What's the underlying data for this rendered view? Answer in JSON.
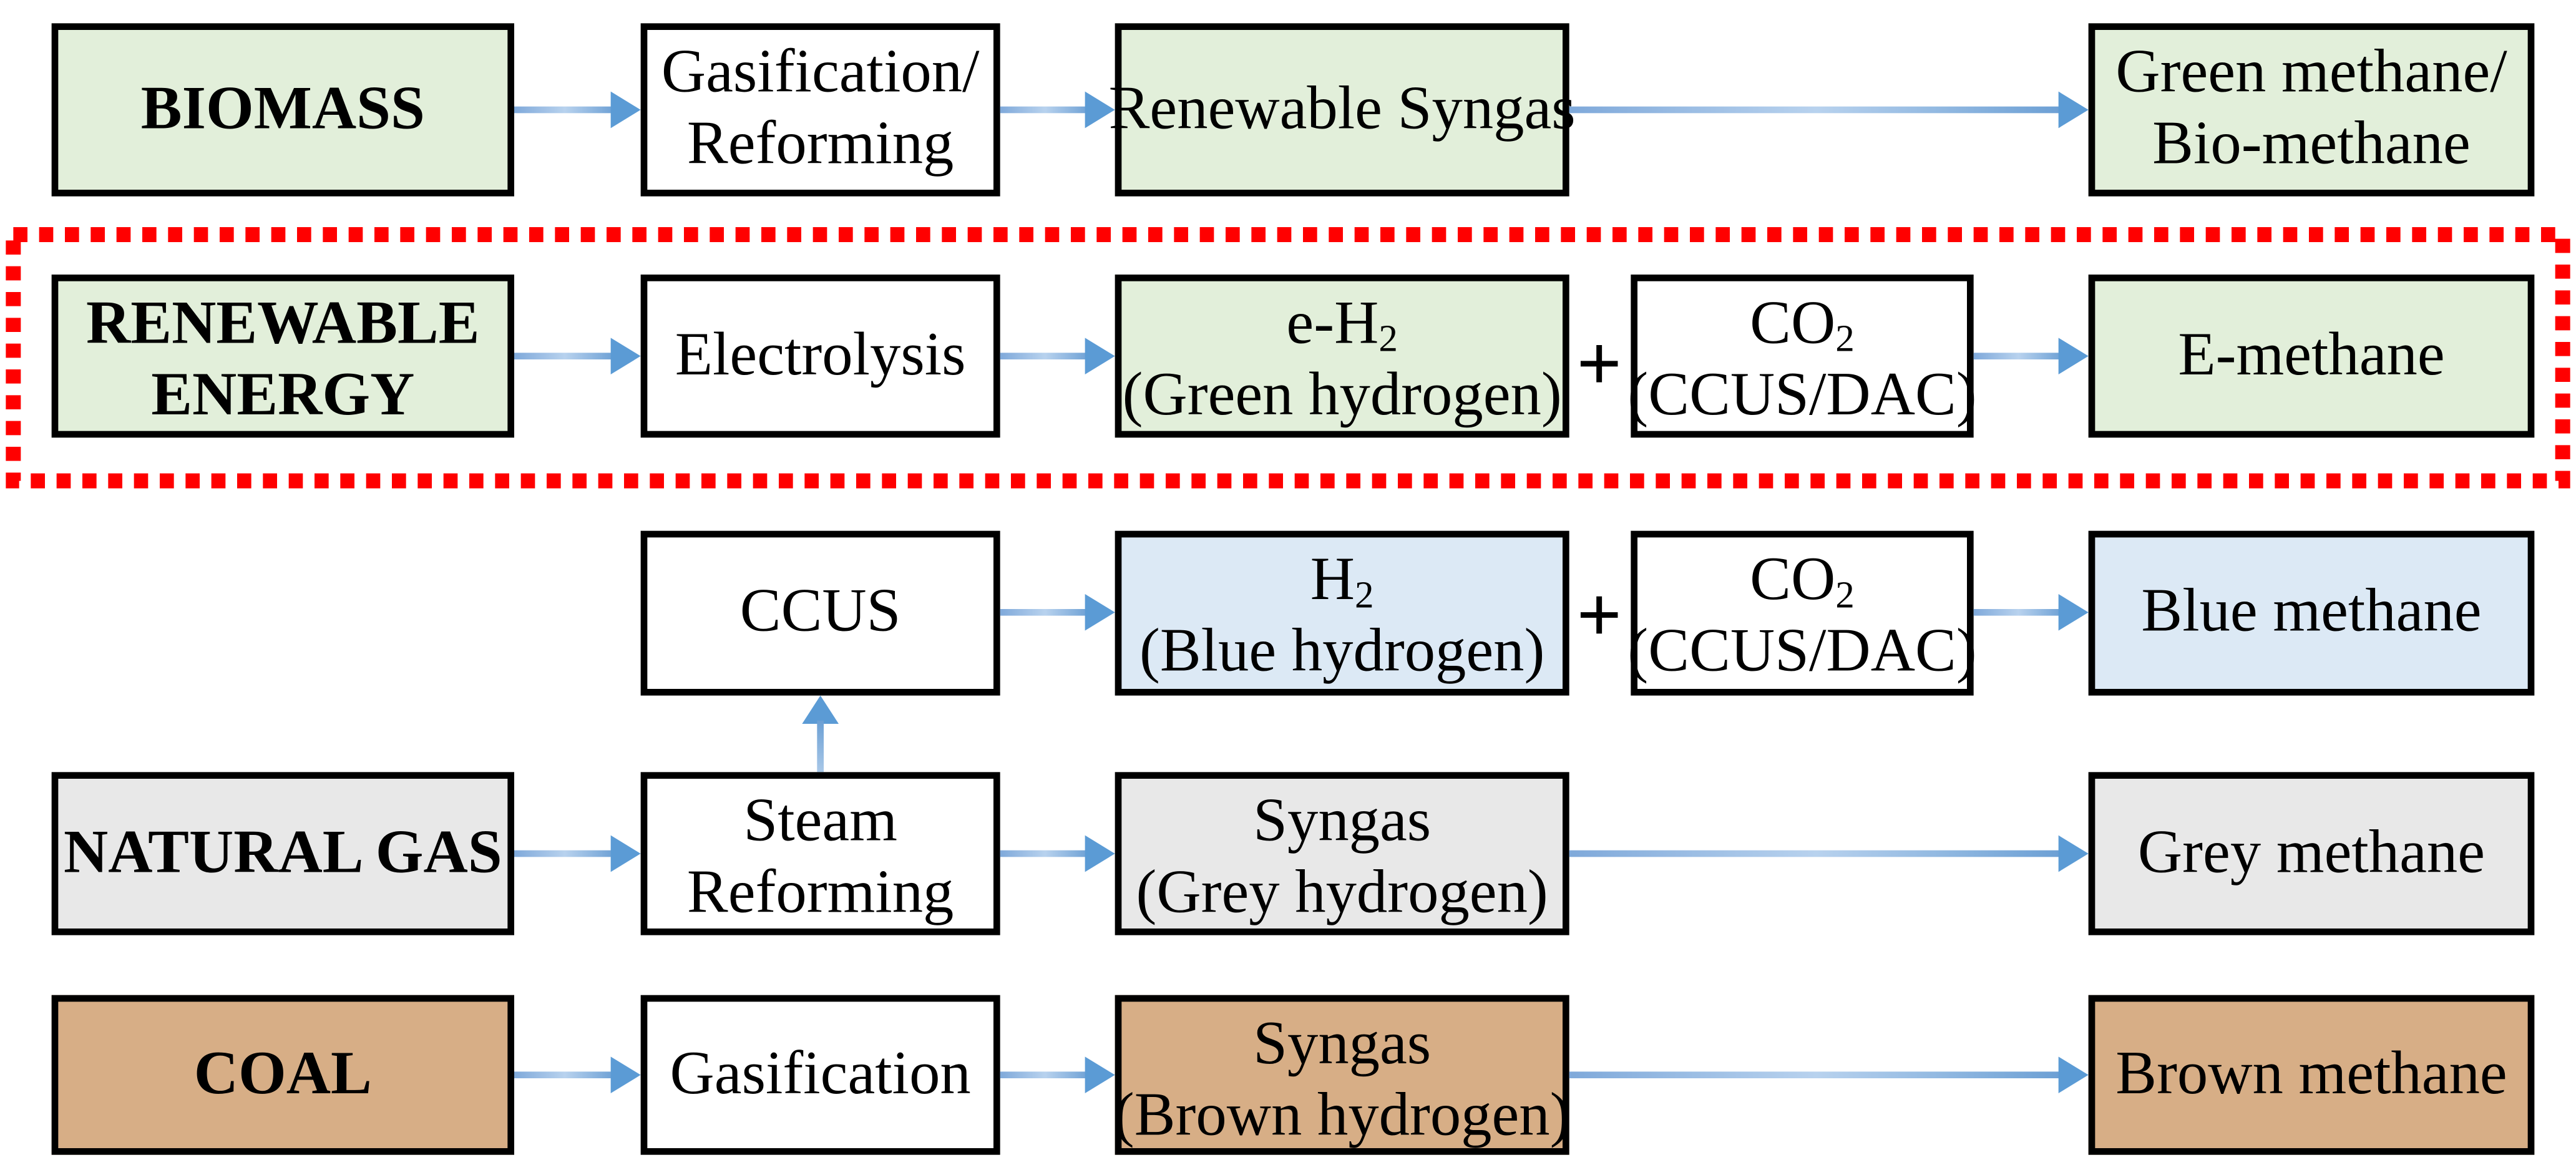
{
  "figure": {
    "type": "flow-diagram",
    "description": "Methane production pathways from different feedstocks",
    "highlight_border_color": "#ff0000",
    "arrow_color": "#5b9bd5",
    "box_colors": {
      "green": "#e2efda",
      "blue": "#dce9f5",
      "grey": "#e8e8e8",
      "brown": "#d7ae86",
      "white": "#ffffff"
    }
  },
  "rows": {
    "biomass": {
      "source": "BIOMASS",
      "process": {
        "line1": "Gasification/",
        "line2": "Reforming"
      },
      "intermediate": "Renewable Syngas",
      "product": {
        "line1": "Green methane/",
        "line2": "Bio-methane"
      }
    },
    "renewable": {
      "source": {
        "line1": "RENEWABLE",
        "line2": "ENERGY"
      },
      "process": "Electrolysis",
      "hydrogen": {
        "formula": "e-H",
        "subscript": "2",
        "caption": "(Green hydrogen)"
      },
      "plus": "+",
      "co2": {
        "formula": "CO",
        "subscript": "2",
        "caption": "(CCUS/DAC)"
      },
      "product": "E-methane"
    },
    "ccus": {
      "process": "CCUS",
      "hydrogen": {
        "formula": "H",
        "subscript": "2",
        "caption": "(Blue hydrogen)"
      },
      "plus": "+",
      "co2": {
        "formula": "CO",
        "subscript": "2",
        "caption": "(CCUS/DAC)"
      },
      "product": "Blue methane"
    },
    "natural_gas": {
      "source": "NATURAL GAS",
      "process": {
        "line1": "Steam",
        "line2": "Reforming"
      },
      "intermediate": {
        "line1": "Syngas",
        "line2": "(Grey hydrogen)"
      },
      "product": "Grey methane"
    },
    "coal": {
      "source": "COAL",
      "process": "Gasification",
      "intermediate": {
        "line1": "Syngas",
        "line2": "(Brown hydrogen)"
      },
      "product": "Brown methane"
    }
  }
}
